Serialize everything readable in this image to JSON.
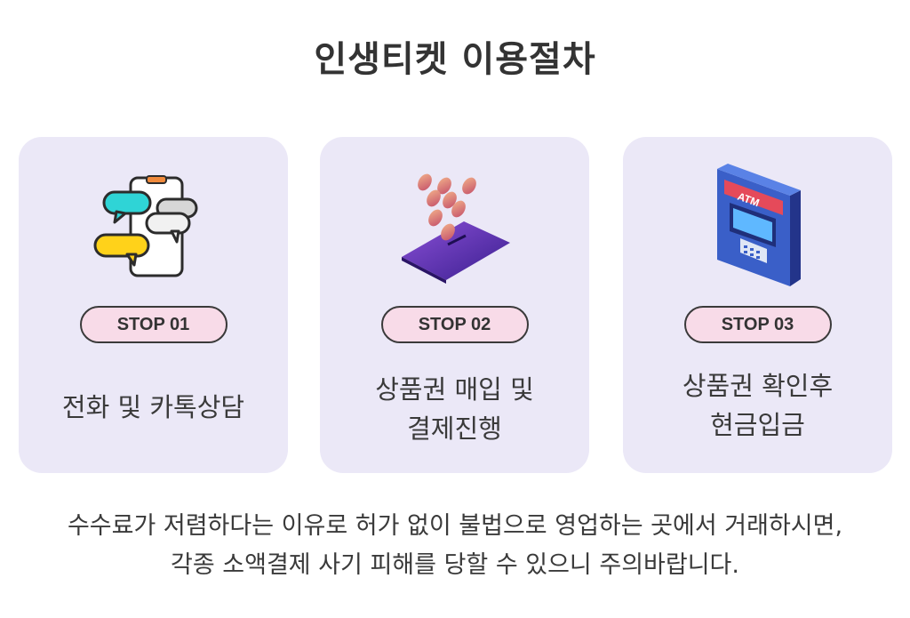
{
  "page": {
    "title": "인생티켓 이용절차"
  },
  "steps": [
    {
      "badge": "STOP 01",
      "desc_lines": [
        "전화 및 카톡상담"
      ],
      "icon": "phone-chat-icon"
    },
    {
      "badge": "STOP 02",
      "desc_lines": [
        "상품권 매입 및",
        "결제진행"
      ],
      "icon": "card-coins-icon"
    },
    {
      "badge": "STOP 03",
      "desc_lines": [
        "상품권 확인후",
        "현금입금"
      ],
      "icon": "atm-icon"
    }
  ],
  "notice": {
    "line1": "수수료가 저렴하다는 이유로 허가 없이 불법으로 영업하는 곳에서 거래하시면,",
    "line2": "각종 소액결제 사기 피해를 당할 수 있으니 주의바랍니다."
  },
  "atm_label": "ATM",
  "colors": {
    "card_bg": "#ebe8f7",
    "badge_bg": "#f8dbe8",
    "text": "#333333"
  }
}
